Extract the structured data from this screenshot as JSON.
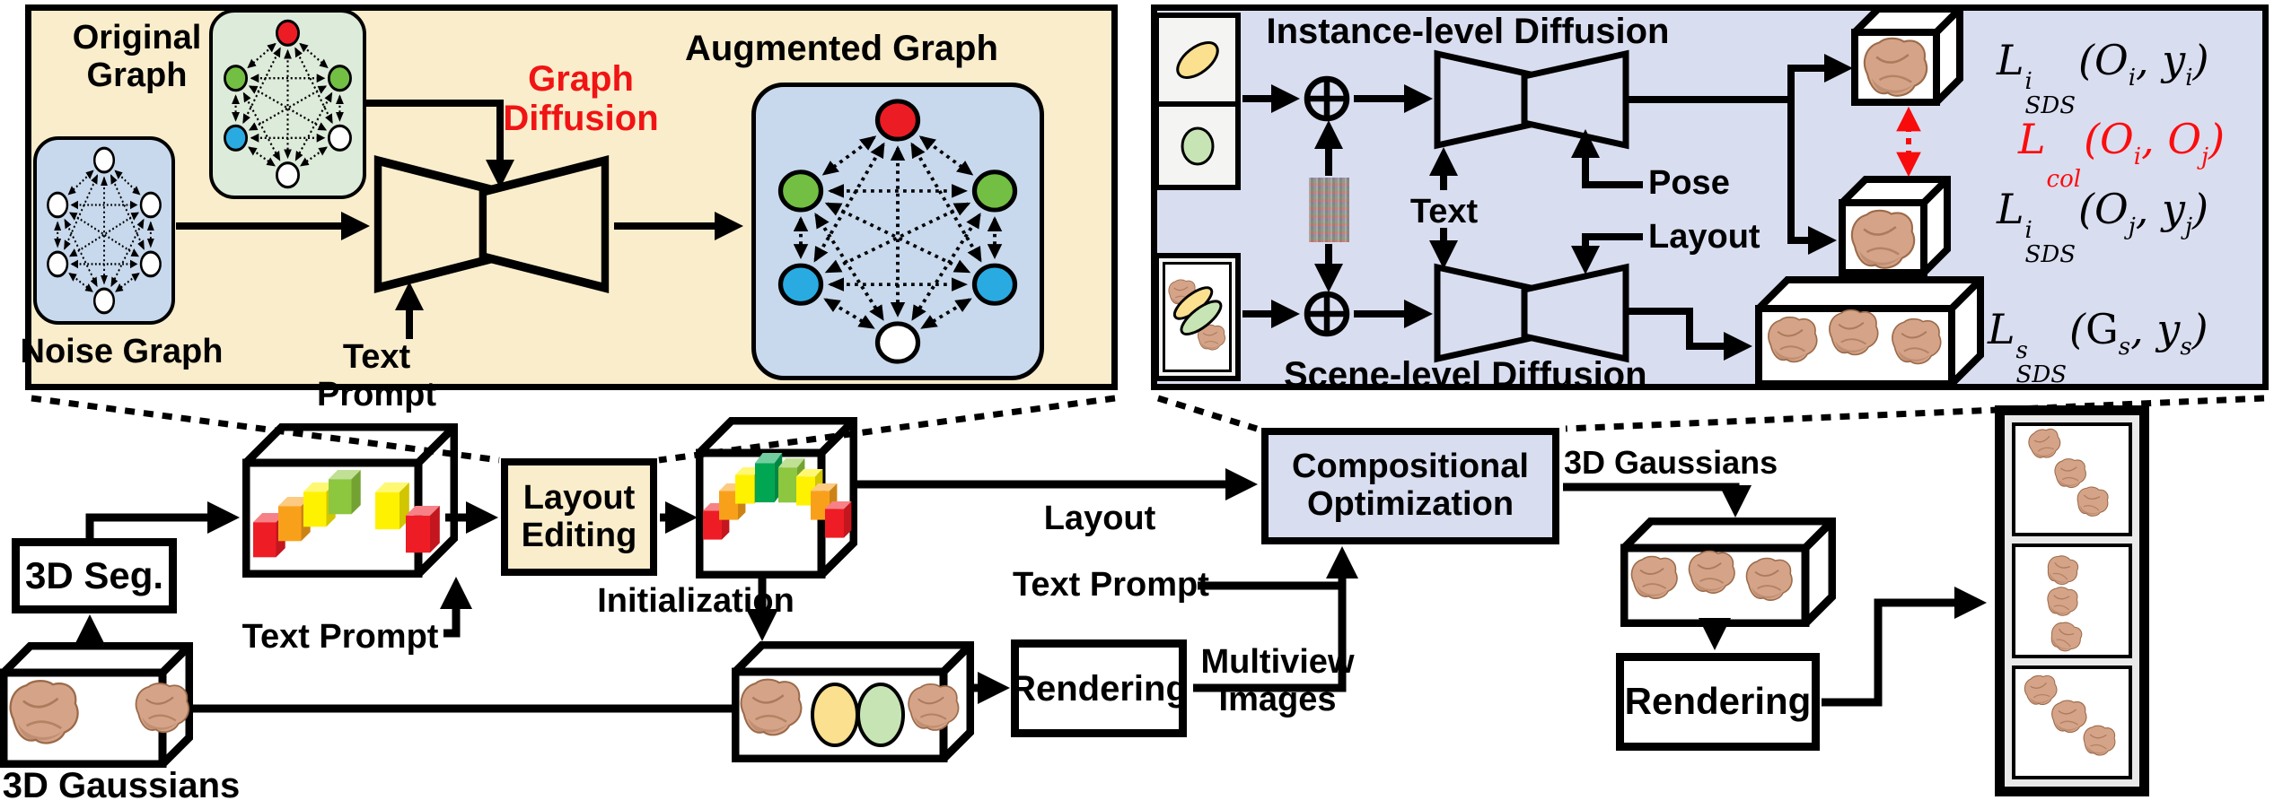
{
  "colors": {
    "panel_tan_bg": "#faedcb",
    "panel_lavender_bg": "#d9ddf0",
    "graph_box_green_bg": "#ddebda",
    "graph_box_blue_bg": "#c8d9ed",
    "node_red": "#ec1c24",
    "node_green": "#72bf44",
    "node_blue": "#29abe2",
    "node_white": "#ffffff",
    "accent_red": "#f80b0b",
    "tooth": "#d5a488",
    "ellipse_yellow": "#fae08f",
    "ellipse_green": "#c7e5b4"
  },
  "graph_panel": {
    "original_graph_label": "Original Graph",
    "noise_graph_label": "Noise Graph",
    "diffusion_label": "Graph Diffusion",
    "text_prompt_label": "Text Prompt",
    "augmented_graph_label": "Augmented Graph",
    "original_nodes": [
      "#ec1c24",
      "#72bf44",
      "#72bf44",
      "#29abe2",
      "#ffffff",
      "#ffffff"
    ],
    "noise_nodes": [
      "#ffffff",
      "#ffffff",
      "#ffffff",
      "#ffffff",
      "#ffffff",
      "#ffffff"
    ],
    "augmented_nodes": [
      "#ec1c24",
      "#72bf44",
      "#72bf44",
      "#29abe2",
      "#29abe2",
      "#ffffff"
    ]
  },
  "diffusion_panel": {
    "instance_title": "Instance-level Diffusion",
    "scene_title": "Scene-level Diffusion",
    "text_label": "Text",
    "pose_label": "Pose",
    "layout_label": "Layout",
    "syntax": {
      "open": "(",
      "sep": ", ",
      "close": ")"
    },
    "losses": {
      "loss_i": {
        "lead": "L",
        "sup": "i",
        "sub": "SDS",
        "a": "O",
        "a_sub": "i",
        "b": "y",
        "b_sub": "i"
      },
      "loss_col": {
        "lead": "L",
        "sup": "",
        "sub": "col",
        "a": "O",
        "a_sub": "i",
        "b": "O",
        "b_sub": "j"
      },
      "loss_j": {
        "lead": "L",
        "sup": "i",
        "sub": "SDS",
        "a": "O",
        "a_sub": "j",
        "b": "y",
        "b_sub": "j"
      },
      "loss_s": {
        "lead": "L",
        "sup": "s",
        "sub": "SDS",
        "a": "G",
        "a_sub": "s",
        "b": "y",
        "b_sub": "s"
      }
    }
  },
  "pipeline": {
    "seg_label": "3D Seg.",
    "gaussians1_label": "3D Gaussians",
    "text_prompt1_label": "Text Prompt",
    "layout_editing_label": "Layout Editing",
    "initialization_label": "Initialization",
    "rendering1_label": "Rendering",
    "layout_label": "Layout",
    "text_prompt2_label": "Text Prompt",
    "multiview_label": "Multiview Images",
    "comp_opt_label": "Compositional Optimization",
    "gaussians2_label": "3D Gaussians",
    "rendering2_label": "Rendering",
    "cube1_blocks": [
      "#ee1c25",
      "#f9a01b",
      "#fff200",
      "#8dc63f",
      "#fff200",
      "#ee1c25"
    ],
    "cube2_blocks": [
      "#ee1c25",
      "#f9a01b",
      "#fff200",
      "#00a651",
      "#8dc63f",
      "#fff200",
      "#f9a01b",
      "#ee1c25"
    ]
  }
}
